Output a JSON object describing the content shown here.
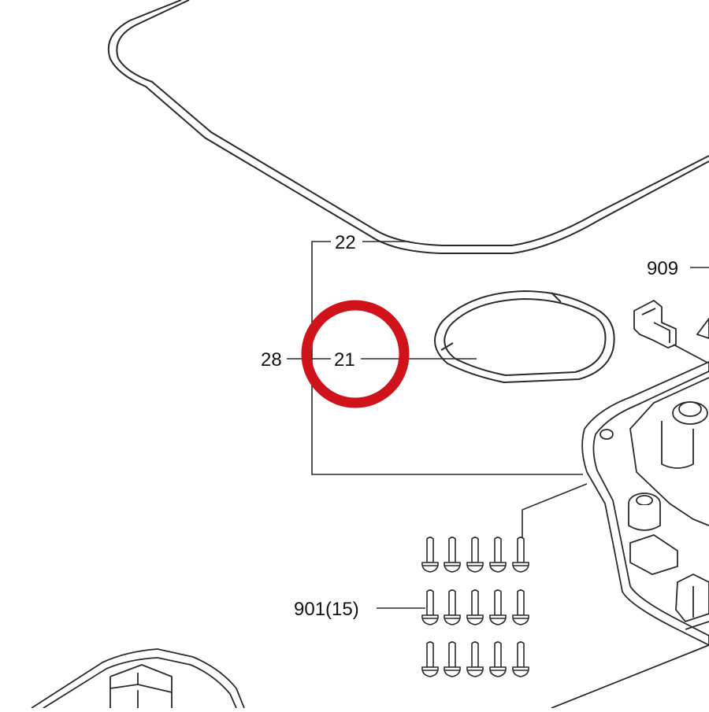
{
  "diagram": {
    "callouts": {
      "part_22": "22",
      "part_21": "21",
      "part_28": "28",
      "part_909": "909",
      "part_901": "901(15)"
    },
    "highlight_color": "#d0121b",
    "line_color": "#2a2a2a",
    "highlighted_part": "21"
  }
}
